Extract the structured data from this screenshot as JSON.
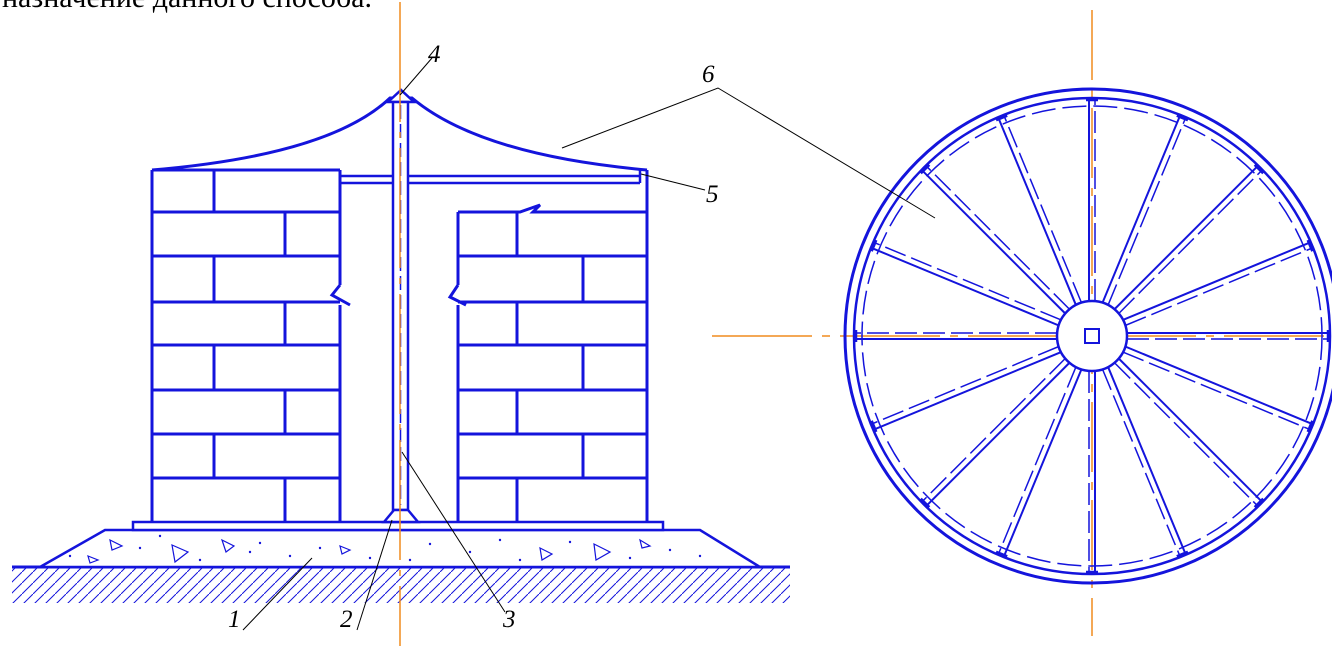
{
  "caption": "назначение данного способа.",
  "labels": {
    "l1": "1",
    "l2": "2",
    "l3": "3",
    "l4": "4",
    "l5": "5",
    "l6": "6"
  },
  "colors": {
    "drawing": "#1414dc",
    "axis": "#f08c1e",
    "leader": "#000000"
  }
}
